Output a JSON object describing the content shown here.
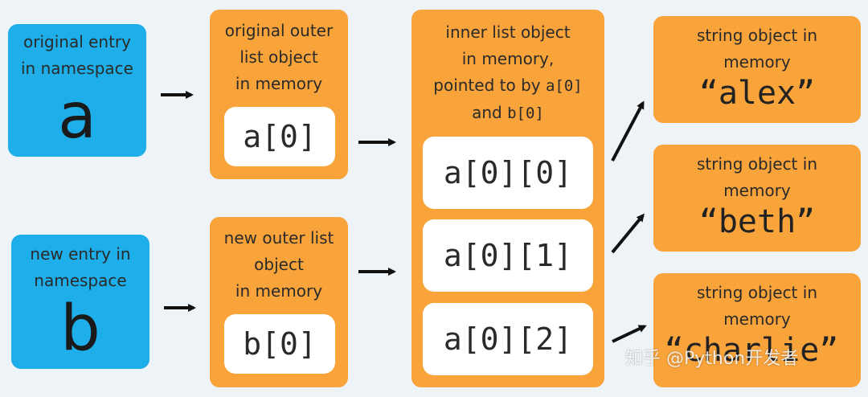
{
  "entries": [
    {
      "label_lines": [
        "original entry",
        "in namespace"
      ],
      "letter": "a"
    },
    {
      "label_lines": [
        "new entry in",
        "namespace"
      ],
      "letter": "b"
    }
  ],
  "outer_lists": [
    {
      "label_lines": [
        "original outer",
        "list object",
        "in memory"
      ],
      "cell": "a[0]"
    },
    {
      "label_lines": [
        "new outer list",
        "object",
        "in memory"
      ],
      "cell": "b[0]"
    }
  ],
  "inner_list": {
    "label_lines": [
      "inner list object",
      "in memory,"
    ],
    "line3_text": "pointed to by ",
    "line3_code": "a[0]",
    "line4_text": "and ",
    "line4_code": "b[0]",
    "cells": [
      "a[0][0]",
      "a[0][1]",
      "a[0][2]"
    ]
  },
  "strings": [
    {
      "label_lines": [
        "string object in",
        "memory"
      ],
      "value": "“alex”"
    },
    {
      "label_lines": [
        "string object in",
        "memory"
      ],
      "value": "“beth”"
    },
    {
      "label_lines": [
        "string object in",
        "memory"
      ],
      "value": "“charlie”"
    }
  ],
  "watermark": "知乎 @Python开发者",
  "colors": {
    "entry": "#1eaee9",
    "object": "#f9a33b",
    "cell": "#ffffff",
    "arrow": "#111111"
  }
}
